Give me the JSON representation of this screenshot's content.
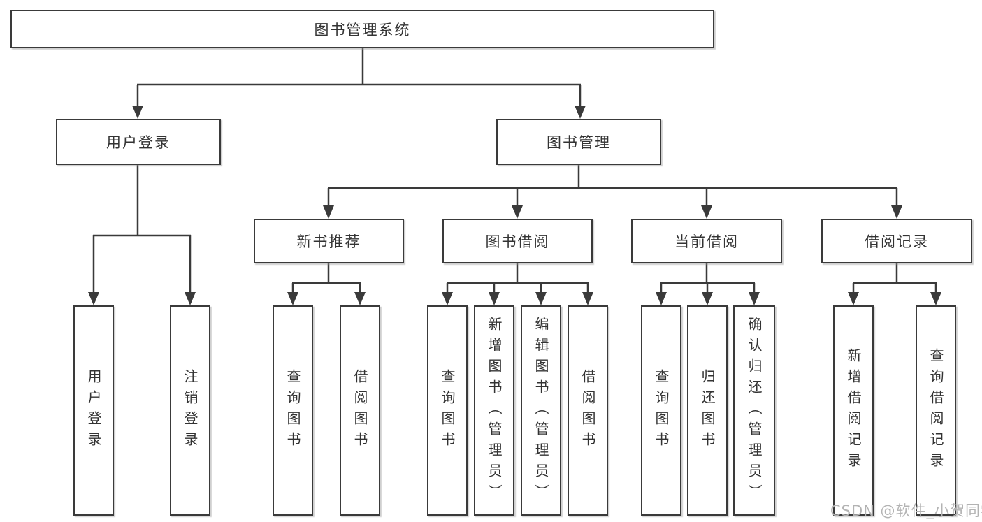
{
  "diagram": {
    "title": "图书管理系统",
    "structure": {
      "图书管理系统": {
        "用户登录": [
          "用户登录",
          "注销登录"
        ],
        "图书管理": {
          "新书推荐": [
            "查询图书",
            "借阅图书"
          ],
          "图书借阅": [
            "查询图书",
            "新增图书（管理员）",
            "编辑图书（管理员）",
            "借阅图书"
          ],
          "当前借阅": [
            "查询图书",
            "归还图书",
            "确认归还（管理员）"
          ],
          "借阅记录": [
            "新增借阅记录",
            "查询借阅记录"
          ]
        }
      }
    }
  },
  "nodes": {
    "root": {
      "label": "图书管理系统"
    },
    "user_login": {
      "label": "用户登录"
    },
    "book_mgmt": {
      "label": "图书管理"
    },
    "new_book_rec": {
      "label": "新书推荐"
    },
    "book_borrow": {
      "label": "图书借阅"
    },
    "current_borrow": {
      "label": "当前借阅"
    },
    "borrow_records": {
      "label": "借阅记录"
    },
    "ul_login": {
      "label": "用户登录"
    },
    "ul_logout": {
      "label": "注销登录"
    },
    "nbr_query": {
      "label": "查询图书"
    },
    "nbr_borrow": {
      "label": "借阅图书"
    },
    "bb_query": {
      "label": "查询图书"
    },
    "bb_add": {
      "label": "新增图书（管理员）"
    },
    "bb_edit": {
      "label": "编辑图书（管理员）"
    },
    "bb_borrow": {
      "label": "借阅图书"
    },
    "cb_query": {
      "label": "查询图书"
    },
    "cb_return": {
      "label": "归还图书"
    },
    "cb_confirm": {
      "label": "确认归还（管理员）"
    },
    "br_add": {
      "label": "新增借阅记录"
    },
    "br_query": {
      "label": "查询借阅记录"
    }
  },
  "watermark": "CSDN @软件_小贺同学",
  "colors": {
    "line": "#3a3a3a",
    "box_border": "#3a3a3a",
    "box_fill": "#ffffff",
    "text": "#333333",
    "watermark": "#b3b3b3",
    "background": "#ffffff"
  }
}
